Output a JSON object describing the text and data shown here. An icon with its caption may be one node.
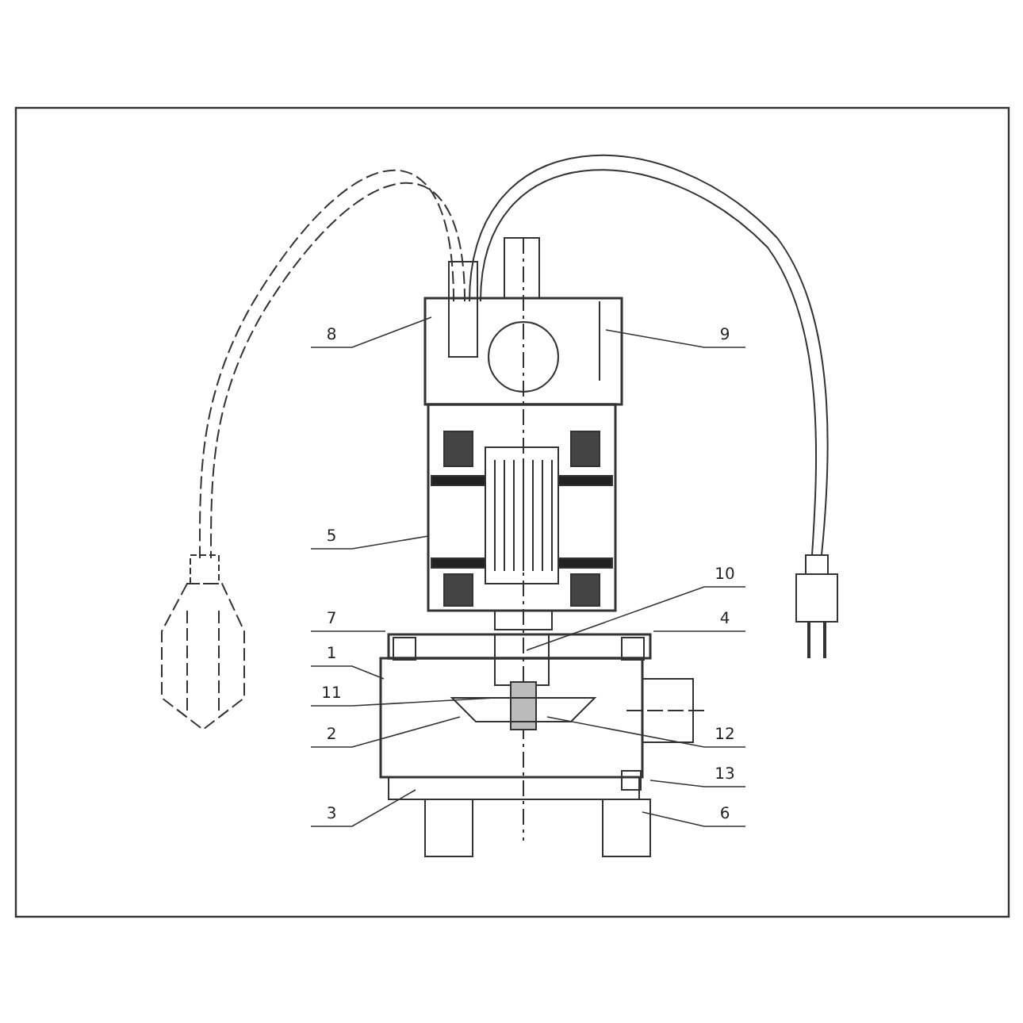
{
  "diagram": {
    "nodes": [
      {
        "text": [
          "8"
        ]
      },
      {
        "text": [
          "9"
        ]
      },
      {
        "text": [
          "5"
        ]
      },
      {
        "text": [
          "10"
        ]
      },
      {
        "text": [
          "7"
        ]
      },
      {
        "text": [
          "4"
        ]
      },
      {
        "text": [
          "1"
        ]
      },
      {
        "text": [
          "11"
        ]
      },
      {
        "text": [
          "2"
        ]
      },
      {
        "text": [
          "12"
        ]
      },
      {
        "text": [
          "3"
        ]
      },
      {
        "text": [
          "13"
        ]
      },
      {
        "text": [
          "6"
        ]
      }
    ],
    "edges": [
      {
        "from": 0,
        "to": null,
        "arrow": "none"
      },
      {
        "from": 1,
        "to": null,
        "arrow": "none"
      },
      {
        "from": 2,
        "to": null,
        "arrow": "none"
      },
      {
        "from": 3,
        "to": null,
        "arrow": "none"
      },
      {
        "from": 4,
        "to": null,
        "arrow": "none"
      },
      {
        "from": 5,
        "to": null,
        "arrow": "none"
      },
      {
        "from": 6,
        "to": null,
        "arrow": "none"
      },
      {
        "from": 7,
        "to": null,
        "arrow": "none"
      },
      {
        "from": 8,
        "to": null,
        "arrow": "none"
      },
      {
        "from": 9,
        "to": null,
        "arrow": "none"
      },
      {
        "from": 10,
        "to": null,
        "arrow": "none"
      },
      {
        "from": 11,
        "to": null,
        "arrow": "none"
      },
      {
        "from": 12,
        "to": null,
        "arrow": "none"
      }
    ]
  }
}
